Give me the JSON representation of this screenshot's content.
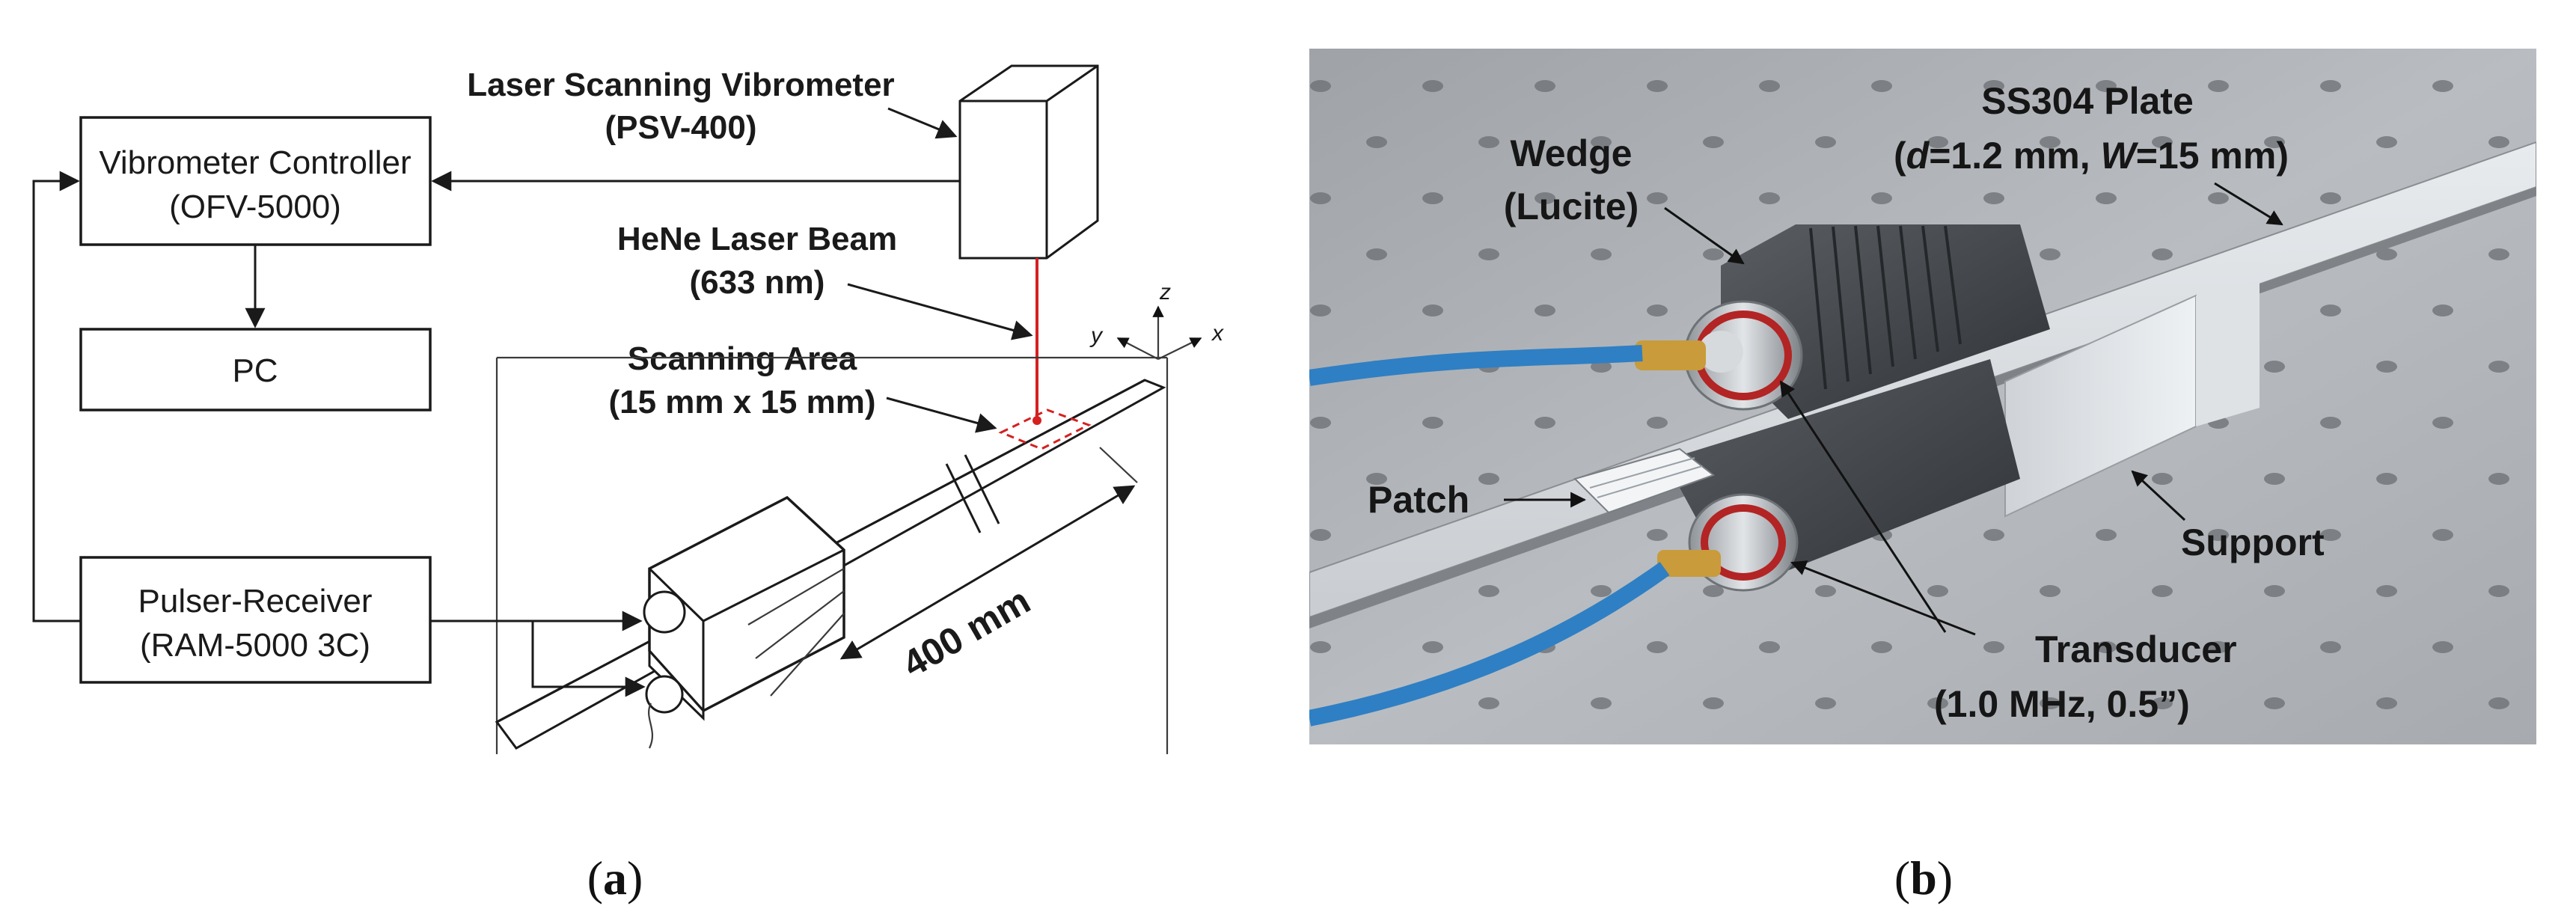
{
  "panel_a": {
    "boxes": {
      "controller_line1": "Vibrometer Controller",
      "controller_line2": "(OFV-5000)",
      "pc": "PC",
      "pulser_line1": "Pulser-Receiver",
      "pulser_line2": "(RAM-5000 3C)"
    },
    "labels": {
      "vibrometer_line1": "Laser Scanning Vibrometer",
      "vibrometer_line2": "(PSV-400)",
      "beam_line1": "HeNe Laser Beam",
      "beam_line2": "(633 nm)",
      "scan_line1": "Scanning Area",
      "scan_line2": "(15 mm x 15 mm)",
      "distance": "400 mm"
    },
    "axes": {
      "z": "z",
      "y": "y",
      "x": "x"
    }
  },
  "panel_b": {
    "labels": {
      "plate_line1": "SS304 Plate",
      "plate_line2_d": "d",
      "plate_line2_mid": "=1.2 mm, ",
      "plate_line2_w": "W",
      "plate_line2_end": "=15 mm)",
      "plate_line2_open": "(",
      "wedge_line1": "Wedge",
      "wedge_line2": "(Lucite)",
      "patch": "Patch",
      "support": "Support",
      "transducer_line1": "Transducer",
      "transducer_line2": "(1.0 MHz, 0.5”)"
    }
  },
  "captions": {
    "a_open": "(",
    "a_letter": "a",
    "a_close": ")",
    "b_open": "(",
    "b_letter": "b",
    "b_close": ")"
  },
  "colors": {
    "laser": "#d62020",
    "cable": "#2f7fc4",
    "plate_bg": "#aeb2b6",
    "wedge": "#4a4d52"
  }
}
